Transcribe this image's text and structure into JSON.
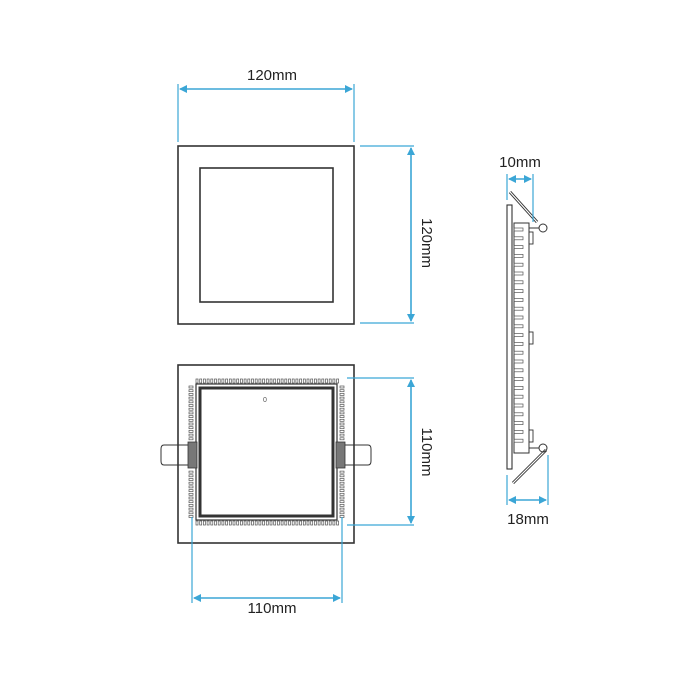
{
  "labels": {
    "top_width": "120mm",
    "top_height": "120mm",
    "bottom_height": "110mm",
    "bottom_width": "110mm",
    "side_top": "10mm",
    "side_bottom": "18mm"
  },
  "colors": {
    "dimension": "#3ba6d6",
    "outline": "#333333"
  }
}
